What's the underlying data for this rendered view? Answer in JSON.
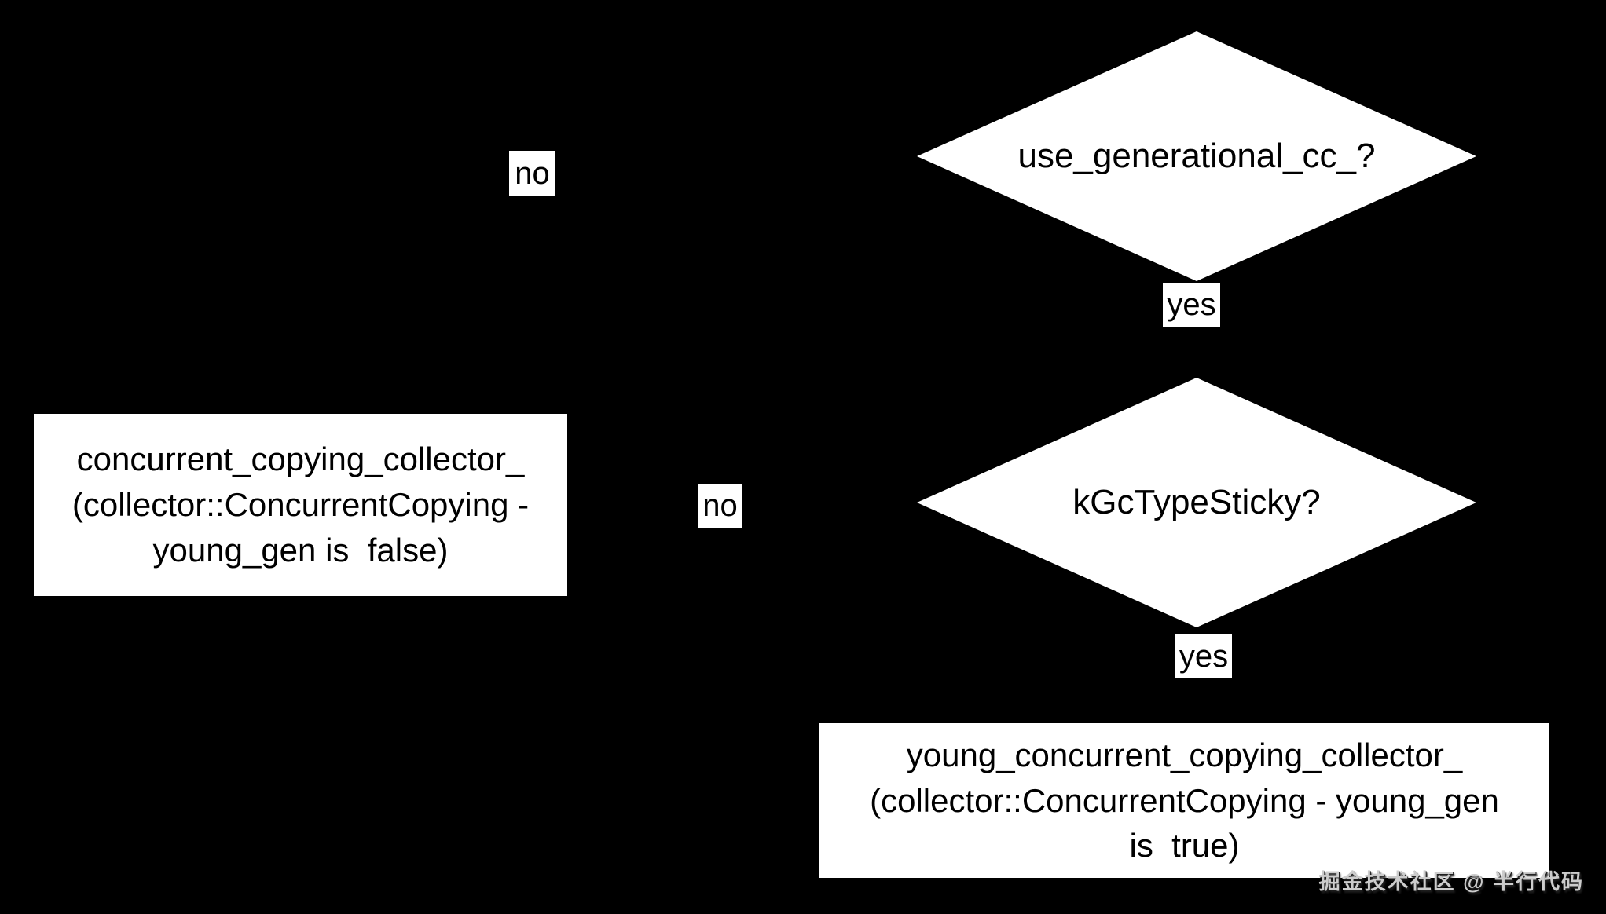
{
  "theme": {
    "bg": "#000000",
    "node_fill": "#ffffff",
    "node_text": "#000000",
    "watermark_color": "#cccccc",
    "watermark_shadow": "#1f1f1f"
  },
  "flowchart": {
    "decision1": {
      "label": "use_generational_cc_?"
    },
    "decision2": {
      "label": "kGcTypeSticky?"
    },
    "result_false": {
      "line1": "concurrent_copying_collector_",
      "line2": "(collector::ConcurrentCopying -",
      "line3": "young_gen is  false)"
    },
    "result_true": {
      "line1": "young_concurrent_copying_collector_",
      "line2": "(collector::ConcurrentCopying - young_gen",
      "line3": "is  true)"
    },
    "edge_labels": {
      "d1_no": "no",
      "d1_yes": "yes",
      "d2_no": "no",
      "d2_yes": "yes"
    }
  },
  "watermark": {
    "text": "掘金技术社区 @ 半行代码"
  }
}
